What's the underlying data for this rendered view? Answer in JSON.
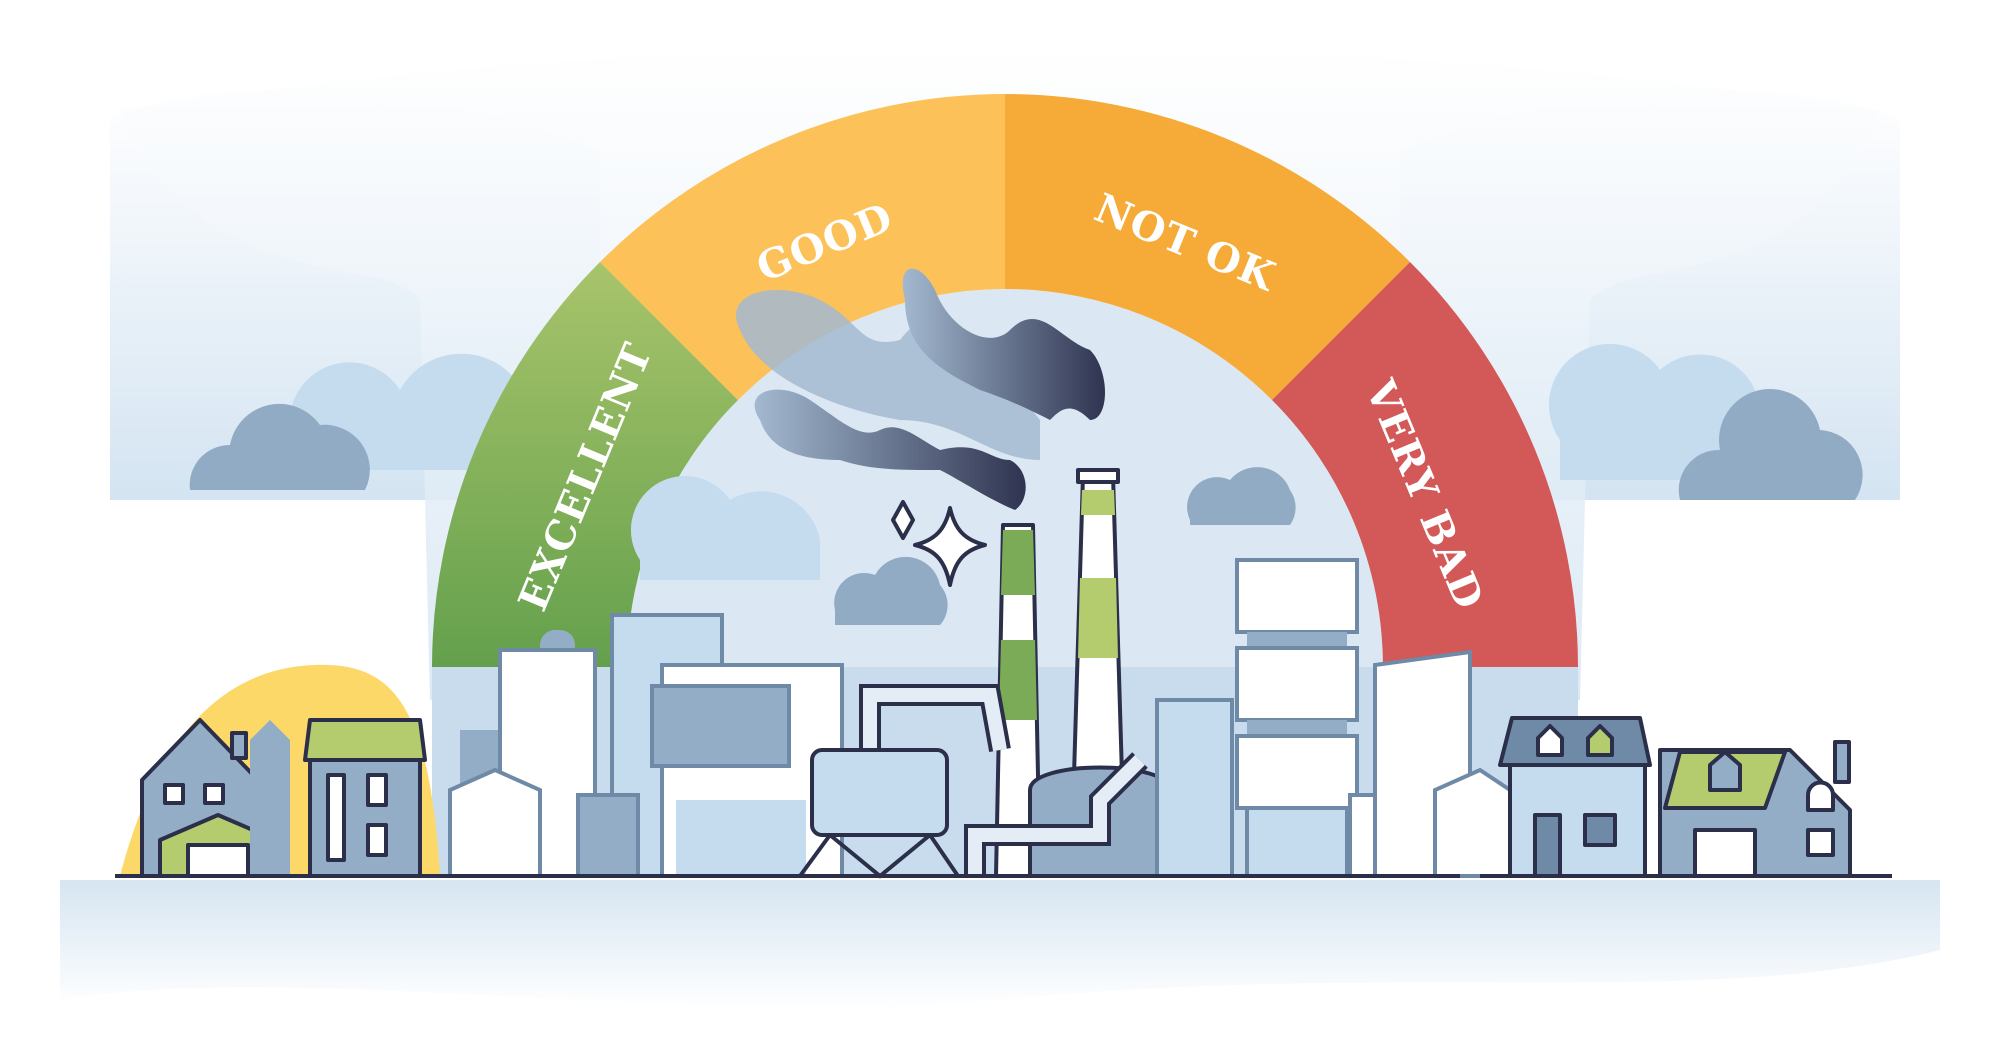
{
  "gauge": {
    "segments": [
      {
        "label": "EXCELLENT",
        "color": "#7bab57"
      },
      {
        "label": "GOOD",
        "color": "#fcc259"
      },
      {
        "label": "NOT OK",
        "color": "#f6ab38"
      },
      {
        "label": "VERY BAD",
        "color": "#d35858"
      }
    ]
  },
  "palette": {
    "outline": "#2b2f4a",
    "sky": "#dbe8f4",
    "cloud_light": "#c5dbee",
    "cloud_dark": "#91abc4",
    "building_light": "#c5dbee",
    "building_mid": "#93adc6",
    "accent_green": "#b5cc6e",
    "smoke_dark": "#2f3450"
  }
}
